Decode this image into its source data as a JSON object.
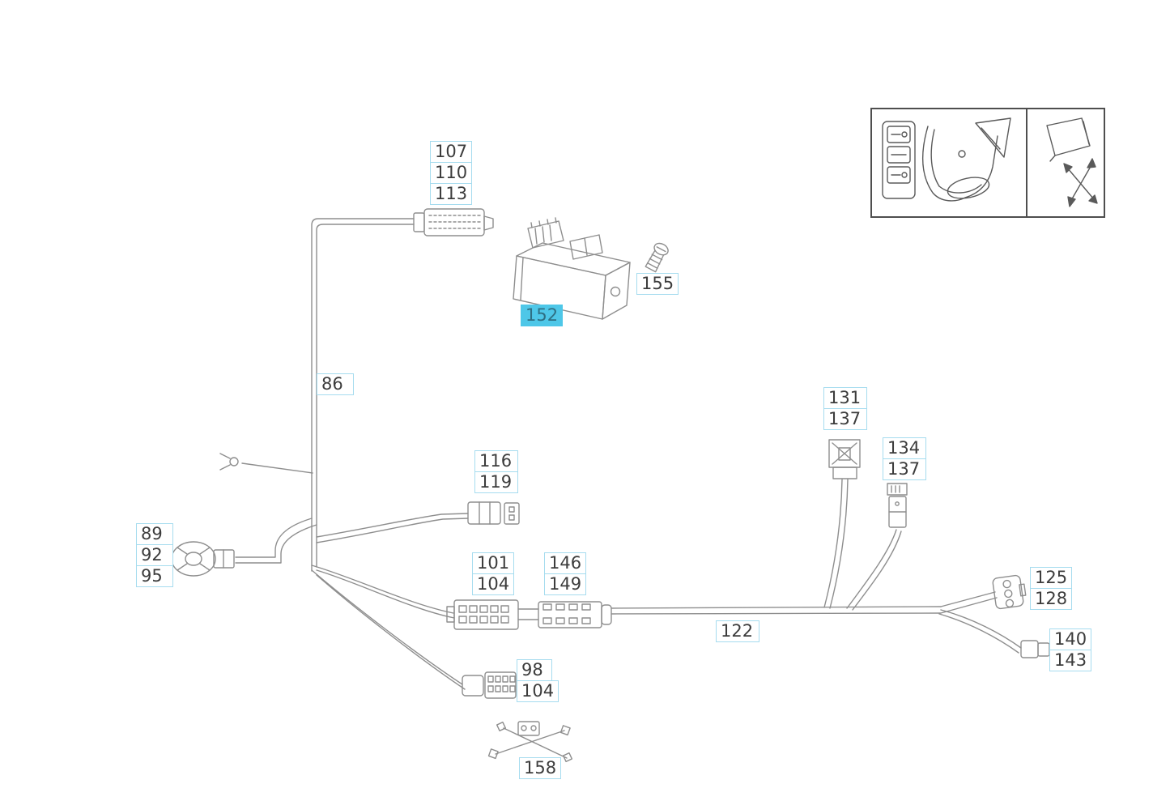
{
  "document": {
    "type": "parts-catalog-wiring-harness-diagram",
    "highlighted_label": "152"
  },
  "colors": {
    "label_border": "#a6dcef",
    "label_text": "#3c3c3c",
    "highlight_background": "#4ec7e8",
    "highlight_text": "#2f6f83",
    "drawing_line": "#8e8e8e",
    "inset_line": "#4e4e4e",
    "background": "#ffffff"
  },
  "icons": {
    "inset_left": "seat-adjustment-switch-diagram",
    "inset_right": "side-mirror-with-adjust-arrows"
  },
  "labels": {
    "l107": "107",
    "l110": "110",
    "l113": "113",
    "l152": "152",
    "l155": "155",
    "l86": "86",
    "l116": "116",
    "l119": "119",
    "l89": "89",
    "l92": "92",
    "l95": "95",
    "l101": "101",
    "l104a": "104",
    "l146": "146",
    "l149": "149",
    "l122": "122",
    "l131": "131",
    "l137a": "137",
    "l134": "134",
    "l137b": "137",
    "l125": "125",
    "l128": "128",
    "l140": "140",
    "l143": "143",
    "l98": "98",
    "l104b": "104",
    "l158": "158"
  }
}
